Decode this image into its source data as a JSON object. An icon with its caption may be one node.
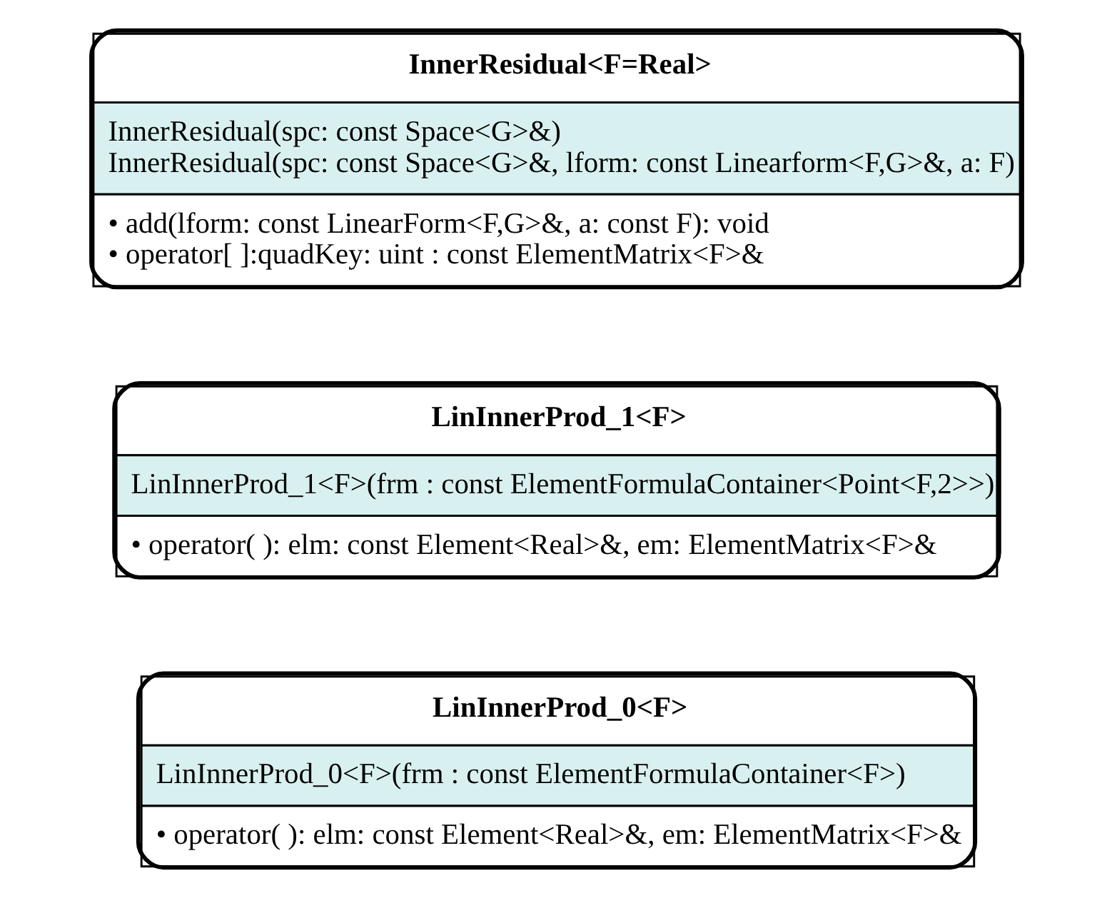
{
  "diagram": {
    "nodes": [
      {
        "text": [
          "LinInnerProd_0<F>",
          "LinInnerProd_0<F>(frm : const ElementFormulaContainer<F>)",
          "• operator( ): elm: const Element<Real>&, em: ElementMatrix<F>&"
        ]
      },
      {
        "text": [
          "LinInnerProd_1<F>",
          "LinInnerProd_1<F>(frm : const ElementFormulaContainer<Point<F,2>>)",
          "• operator( ): elm: const Element<Real>&, em: ElementMatrix<F>&"
        ]
      },
      {
        "text": [
          "InnerResidual<F=Real>",
          "InnerResidual(spc: const Space<G>&)",
          "InnerResidual(spc: const Space<G>&, lform: const Linearform<F,G>&, a: F)",
          "• add(lform: const LinearForm<F,G>&, a: const F): void",
          "• operator[ ]:quadKey: uint : const ElementMatrix<F>&"
        ]
      }
    ]
  }
}
